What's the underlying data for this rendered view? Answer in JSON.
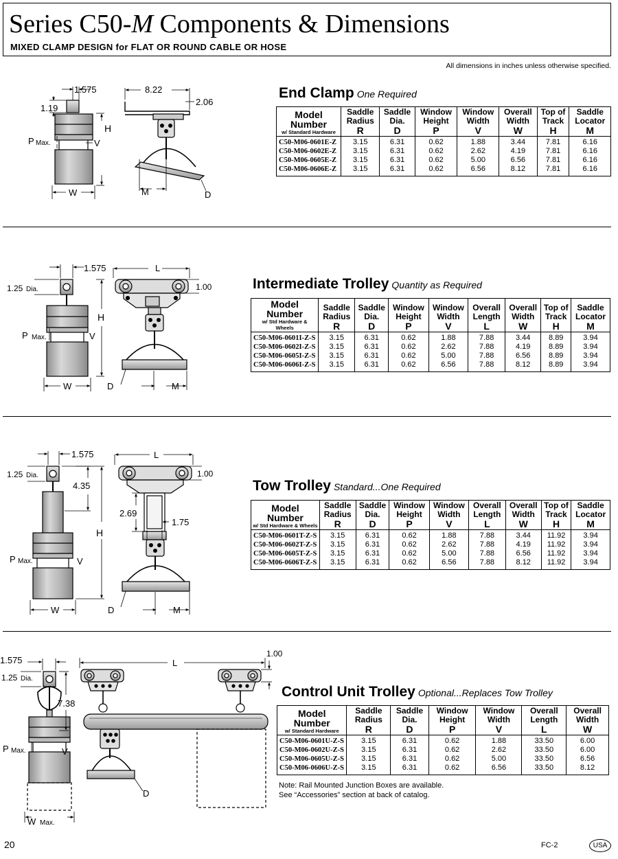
{
  "header": {
    "title_prefix": "Series C50-",
    "title_ital": "M",
    "title_suffix": " Components & Dimensions",
    "subtitle": "MIXED CLAMP DESIGN for FLAT OR ROUND CABLE OR HOSE",
    "note": "All dimensions in inches unless otherwise specified."
  },
  "sections": {
    "end_clamp": {
      "title": "End Clamp",
      "subtitle": "One Required",
      "headers": {
        "model": "Model Number",
        "model_sub": "w/ Standard Hardware",
        "c1": "Saddle Radius",
        "c1l": "R",
        "c2": "Saddle Dia.",
        "c2l": "D",
        "c3": "Window Height",
        "c3l": "P",
        "c4": "Window Width",
        "c4l": "V",
        "c5": "Overall Width",
        "c5l": "W",
        "c6": "Top of Track",
        "c6l": "H",
        "c7": "Saddle Locator",
        "c7l": "M"
      },
      "rows": [
        [
          "C50-M06-0601E-Z",
          "3.15",
          "6.31",
          "0.62",
          "1.88",
          "3.44",
          "7.81",
          "6.16"
        ],
        [
          "C50-M06-0602E-Z",
          "3.15",
          "6.31",
          "0.62",
          "2.62",
          "4.19",
          "7.81",
          "6.16"
        ],
        [
          "C50-M06-0605E-Z",
          "3.15",
          "6.31",
          "0.62",
          "5.00",
          "6.56",
          "7.81",
          "6.16"
        ],
        [
          "C50-M06-0606E-Z",
          "3.15",
          "6.31",
          "0.62",
          "6.56",
          "8.12",
          "7.81",
          "6.16"
        ]
      ],
      "dims": {
        "a": "1.575",
        "b": "8.22",
        "c": "2.06",
        "d": "1.19",
        "h": "H",
        "p": "P",
        "pmax": "Max.",
        "v": "V",
        "w": "W",
        "m": "M",
        "dd": "D"
      }
    },
    "intermediate": {
      "title": "Intermediate Trolley",
      "subtitle": "Quantity as Required",
      "headers": {
        "model": "Model Number",
        "model_sub": "w/ Std Hardware & Wheels",
        "c1": "Saddle Radius",
        "c1l": "R",
        "c2": "Saddle Dia.",
        "c2l": "D",
        "c3": "Window Height",
        "c3l": "P",
        "c4": "Window Width",
        "c4l": "V",
        "c5": "Overall Length",
        "c5l": "L",
        "c6": "Overall Width",
        "c6l": "W",
        "c7": "Top of Track",
        "c7l": "H",
        "c8": "Saddle Locator",
        "c8l": "M"
      },
      "rows": [
        [
          "C50-M06-0601I-Z-S",
          "3.15",
          "6.31",
          "0.62",
          "1.88",
          "7.88",
          "3.44",
          "8.89",
          "3.94"
        ],
        [
          "C50-M06-0602I-Z-S",
          "3.15",
          "6.31",
          "0.62",
          "2.62",
          "7.88",
          "4.19",
          "8.89",
          "3.94"
        ],
        [
          "C50-M06-0605I-Z-S",
          "3.15",
          "6.31",
          "0.62",
          "5.00",
          "7.88",
          "6.56",
          "8.89",
          "3.94"
        ],
        [
          "C50-M06-0606I-Z-S",
          "3.15",
          "6.31",
          "0.62",
          "6.56",
          "7.88",
          "8.12",
          "8.89",
          "3.94"
        ]
      ],
      "dims": {
        "a": "1.575",
        "l": "L",
        "dia": "1.25",
        "dia_sfx": "Dia.",
        "top": "1.00",
        "h": "H",
        "p": "P",
        "pmax": "Max.",
        "v": "V",
        "w": "W",
        "m": "M",
        "dd": "D"
      }
    },
    "tow": {
      "title": "Tow Trolley",
      "subtitle": "Standard...One Required",
      "headers": {
        "model": "Model Number",
        "model_sub": "w/ Std Hardware & Wheels",
        "c1": "Saddle Radius",
        "c1l": "R",
        "c2": "Saddle Dia.",
        "c2l": "D",
        "c3": "Window Height",
        "c3l": "P",
        "c4": "Window Width",
        "c4l": "V",
        "c5": "Overall Length",
        "c5l": "L",
        "c6": "Overall Width",
        "c6l": "W",
        "c7": "Top of Track",
        "c7l": "H",
        "c8": "Saddle Locator",
        "c8l": "M"
      },
      "rows": [
        [
          "C50-M06-0601T-Z-S",
          "3.15",
          "6.31",
          "0.62",
          "1.88",
          "7.88",
          "3.44",
          "11.92",
          "3.94"
        ],
        [
          "C50-M06-0602T-Z-S",
          "3.15",
          "6.31",
          "0.62",
          "2.62",
          "7.88",
          "4.19",
          "11.92",
          "3.94"
        ],
        [
          "C50-M06-0605T-Z-S",
          "3.15",
          "6.31",
          "0.62",
          "5.00",
          "7.88",
          "6.56",
          "11.92",
          "3.94"
        ],
        [
          "C50-M06-0606T-Z-S",
          "3.15",
          "6.31",
          "0.62",
          "6.56",
          "7.88",
          "8.12",
          "11.92",
          "3.94"
        ]
      ],
      "dims": {
        "a": "1.575",
        "l": "L",
        "dia": "1.25",
        "dia_sfx": "Dia.",
        "top": "1.00",
        "e": "4.35",
        "f": "2.69",
        "g": "1.75",
        "h": "H",
        "p": "P",
        "pmax": "Max.",
        "v": "V",
        "w": "W",
        "m": "M",
        "dd": "D"
      }
    },
    "control": {
      "title": "Control Unit Trolley",
      "subtitle": "Optional...Replaces Tow Trolley",
      "headers": {
        "model": "Model Number",
        "model_sub": "w/ Standard Hardware",
        "c1": "Saddle Radius",
        "c1l": "R",
        "c2": "Saddle Dia.",
        "c2l": "D",
        "c3": "Window Height",
        "c3l": "P",
        "c4": "Window Width",
        "c4l": "V",
        "c5": "Overall Length",
        "c5l": "L",
        "c6": "Overall Width",
        "c6l": "W"
      },
      "rows": [
        [
          "C50-M06-0601U-Z-S",
          "3.15",
          "6.31",
          "0.62",
          "1.88",
          "33.50",
          "6.00"
        ],
        [
          "C50-M06-0602U-Z-S",
          "3.15",
          "6.31",
          "0.62",
          "2.62",
          "33.50",
          "6.00"
        ],
        [
          "C50-M06-0605U-Z-S",
          "3.15",
          "6.31",
          "0.62",
          "5.00",
          "33.50",
          "6.56"
        ],
        [
          "C50-M06-0606U-Z-S",
          "3.15",
          "6.31",
          "0.62",
          "6.56",
          "33.50",
          "8.12"
        ]
      ],
      "dims": {
        "a": "1.575",
        "l": "L",
        "dia": "1.25",
        "dia_sfx": "Dia.",
        "top": "1.00",
        "e": "7.38",
        "p": "P",
        "pmax": "Max.",
        "v": "V",
        "w": "W",
        "wmax": "Max.",
        "dd": "D"
      },
      "note_line1": "Note: Rail Mounted Junction Boxes are available.",
      "note_line2": "See “Accessories” section at back of catalog."
    }
  },
  "footer": {
    "page": "20",
    "code": "FC-2",
    "badge": "USA"
  }
}
